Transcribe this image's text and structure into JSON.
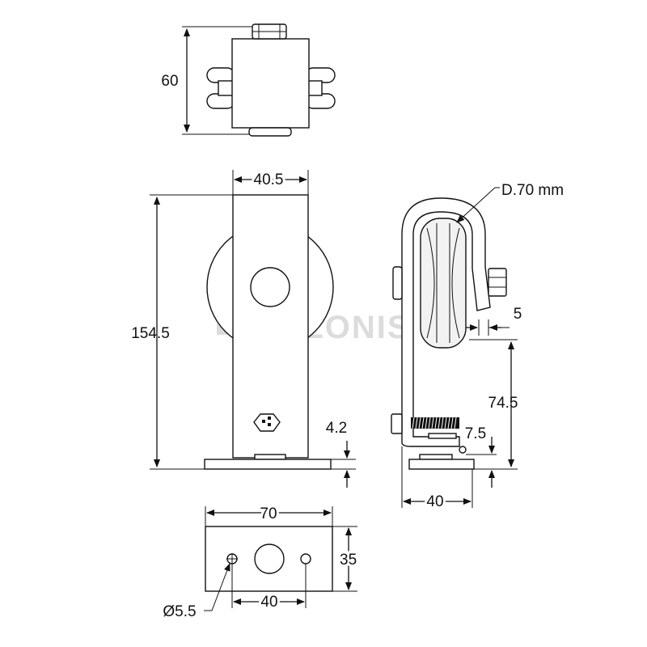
{
  "watermark": "ZALONIS",
  "dimensions": {
    "top_height": "60",
    "front_width": "40.5",
    "front_height": "154.5",
    "base_thickness": "4.2",
    "pulley_diameter": "D.70 mm",
    "side_gap": "5",
    "axle_height": "74.5",
    "side_offset": "7.5",
    "side_width": "40",
    "plate_width": "70",
    "plate_height": "35",
    "hole_diameter": "Ø5.5",
    "hole_spacing": "40"
  }
}
